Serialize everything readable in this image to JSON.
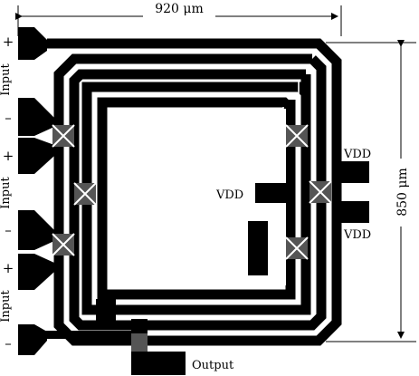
{
  "dimensions": {
    "width_label": "920 μm",
    "height_label": "850 μm"
  },
  "ports": {
    "input_label": "Input",
    "plus": "+",
    "minus": "–",
    "vdd": "VDD",
    "output": "Output"
  },
  "colors": {
    "metal": "#000000",
    "overlap": "#444444",
    "background": "#ffffff"
  }
}
